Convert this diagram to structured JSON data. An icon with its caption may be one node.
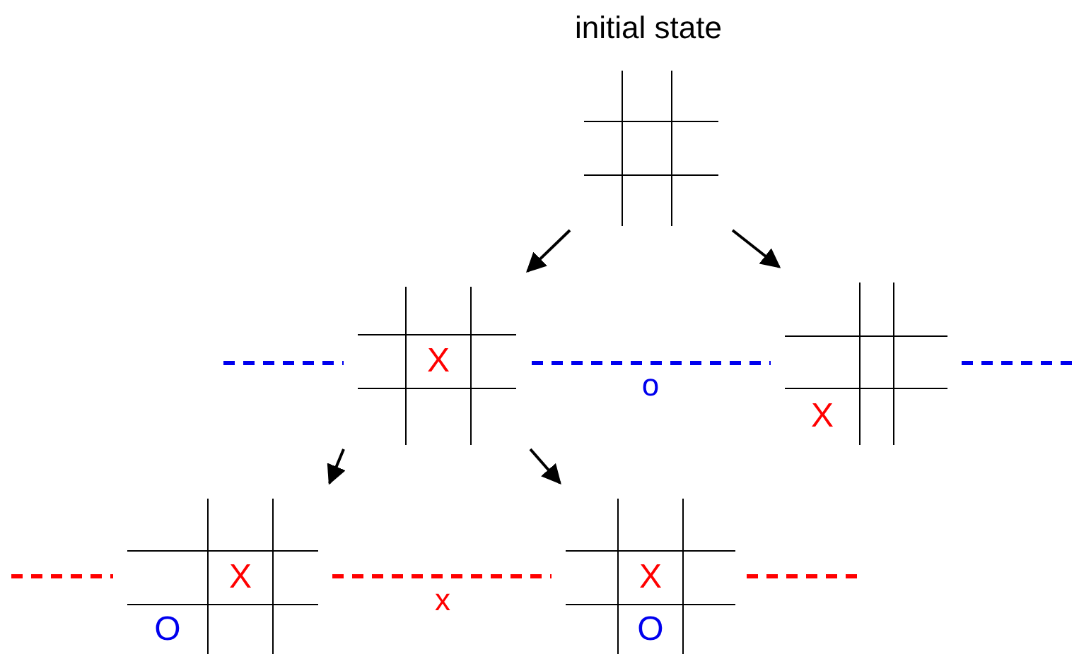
{
  "diagram": {
    "nodes": [
      {
        "text": [],
        "shape": "grid",
        "beside": [
          "initial state"
        ]
      },
      {
        "text": [
          "X"
        ]
      },
      {
        "text": [
          "X"
        ]
      },
      {
        "text": [
          "X",
          "O"
        ]
      },
      {
        "text": [
          "X",
          "O"
        ]
      }
    ],
    "edges": [
      {
        "from": 0,
        "to": 1,
        "arrow": "to"
      },
      {
        "from": 0,
        "to": 2,
        "arrow": "to"
      },
      {
        "from": 1,
        "to": 3,
        "arrow": "to"
      },
      {
        "from": 1,
        "to": 4,
        "arrow": "to"
      }
    ],
    "labels": [
      "o",
      "x"
    ]
  }
}
